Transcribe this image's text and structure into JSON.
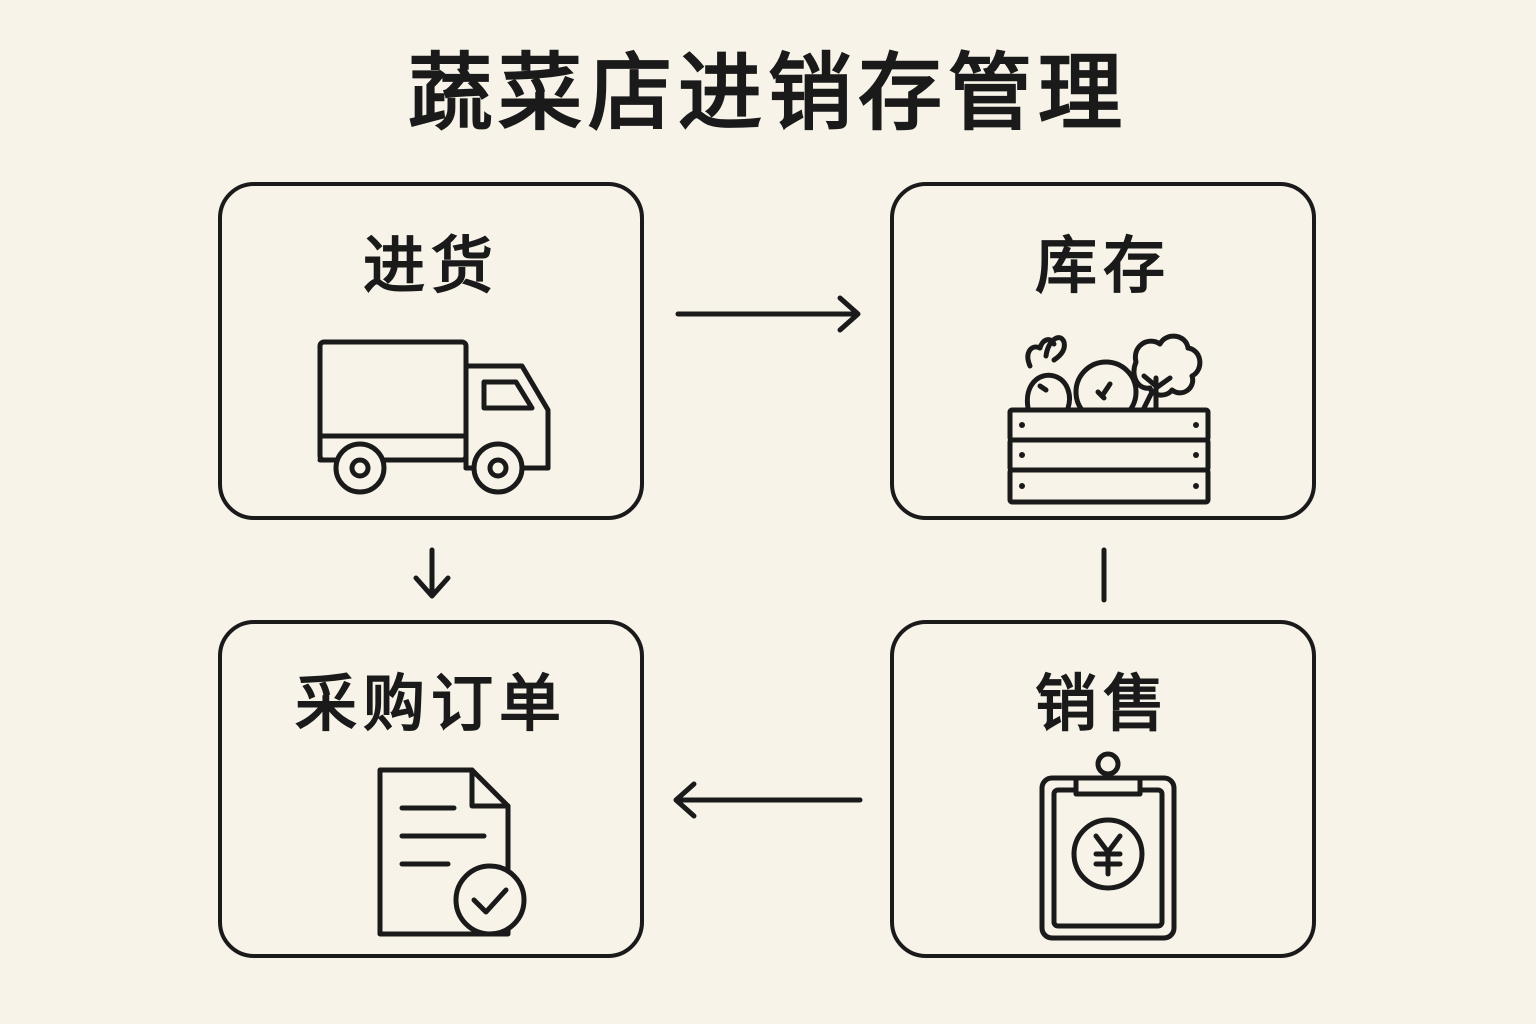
{
  "title": "蔬菜店进销存管理",
  "nodes": {
    "purchase_in": {
      "label": "进货",
      "icon": "truck-icon"
    },
    "inventory": {
      "label": "库存",
      "icon": "vegetable-crate-icon"
    },
    "purchase_order": {
      "label": "采购订单",
      "icon": "document-check-icon"
    },
    "sales": {
      "label": "销售",
      "icon": "yuan-clipboard-icon"
    }
  },
  "edges": [
    {
      "from": "进货",
      "to": "库存",
      "style": "arrow"
    },
    {
      "from": "进货",
      "to": "采购订单",
      "style": "arrow"
    },
    {
      "from": "库存",
      "to": "销售",
      "style": "line"
    },
    {
      "from": "销售",
      "to": "采购订单",
      "style": "arrow"
    }
  ],
  "colors": {
    "background": "#f7f3e8",
    "stroke": "#1a1a1a"
  }
}
